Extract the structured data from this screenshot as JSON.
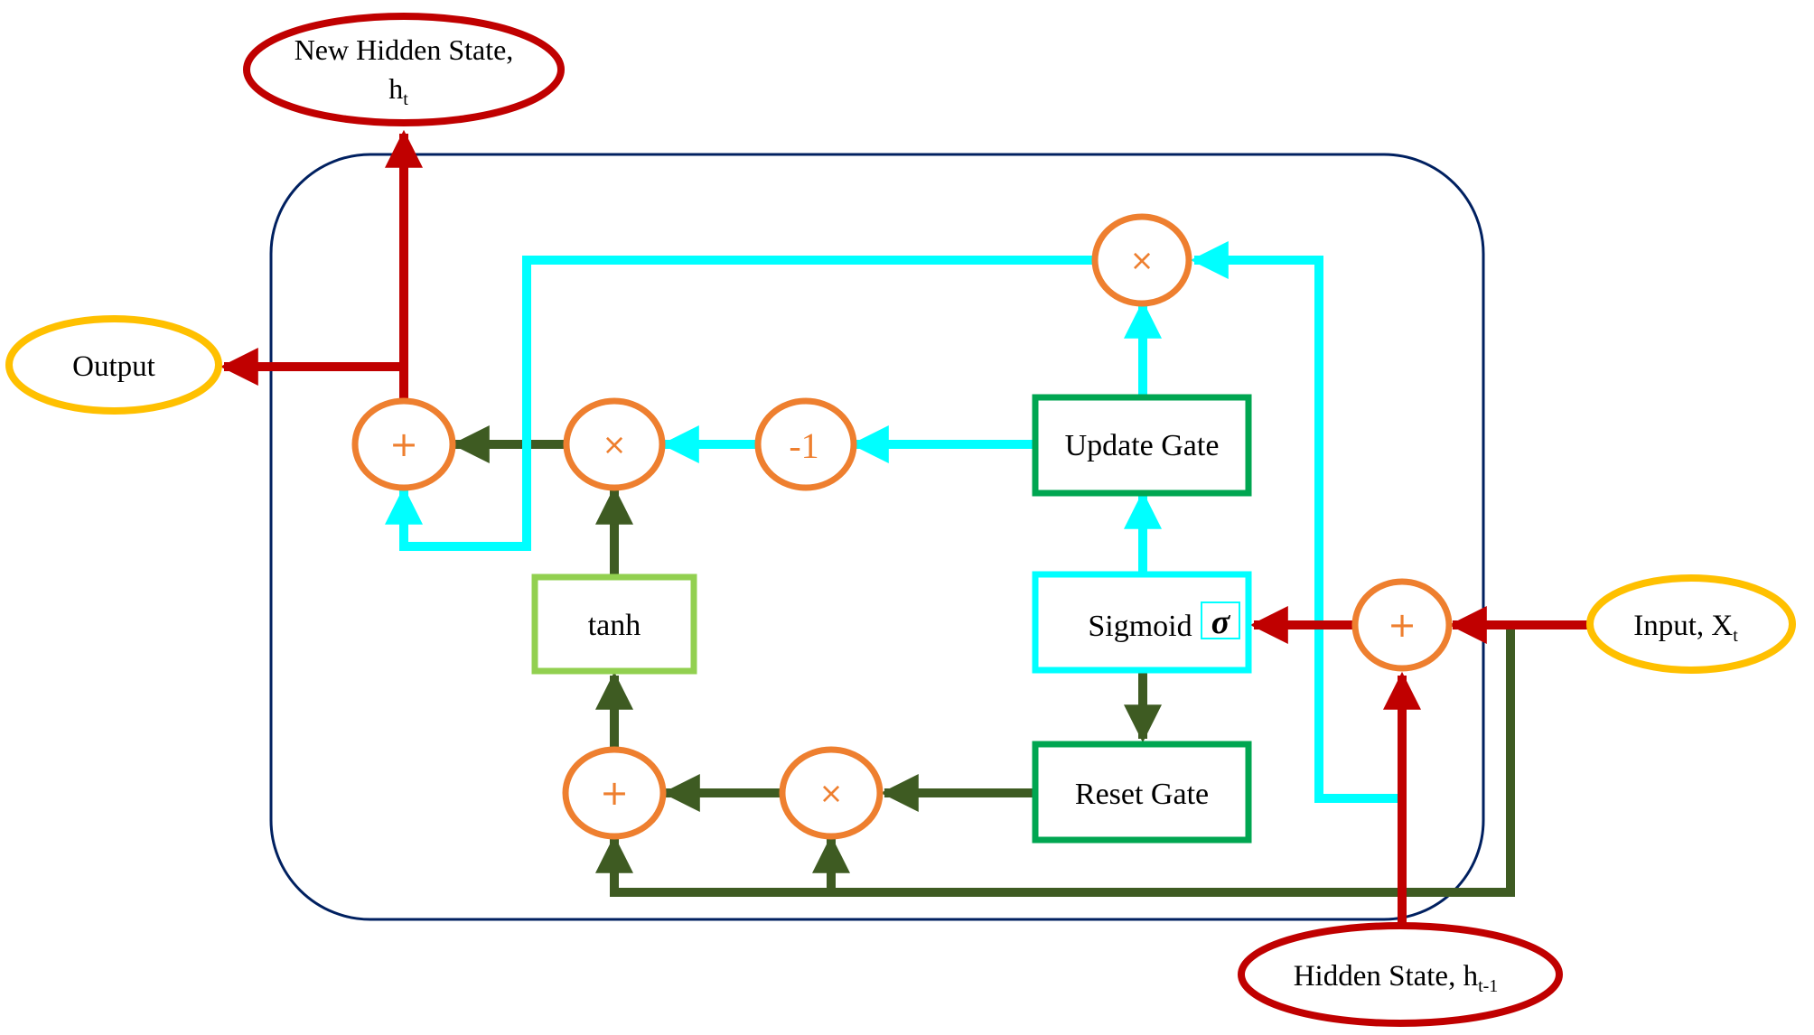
{
  "colors": {
    "red": "#c00000",
    "cyan": "#00ffff",
    "dark_green": "#3e5b22",
    "orange": "#ee7f2f",
    "gold": "#ffc000",
    "green": "#00a651",
    "light_green": "#92d050",
    "navy": "#002060"
  },
  "labels": {
    "new_hidden_state": "New Hidden State,",
    "new_hidden_state_var": "h",
    "new_hidden_state_sub": "t",
    "output": "Output",
    "input": "Input, X",
    "input_sub": "t",
    "hidden_state": "Hidden State, h",
    "hidden_state_sub": "t-1",
    "update_gate": "Update Gate",
    "sigmoid": "Sigmoid",
    "sigma": "σ",
    "reset_gate": "Reset Gate",
    "tanh": "tanh"
  },
  "operators": {
    "plus": "+",
    "times": "×",
    "minus_one": "-1"
  }
}
